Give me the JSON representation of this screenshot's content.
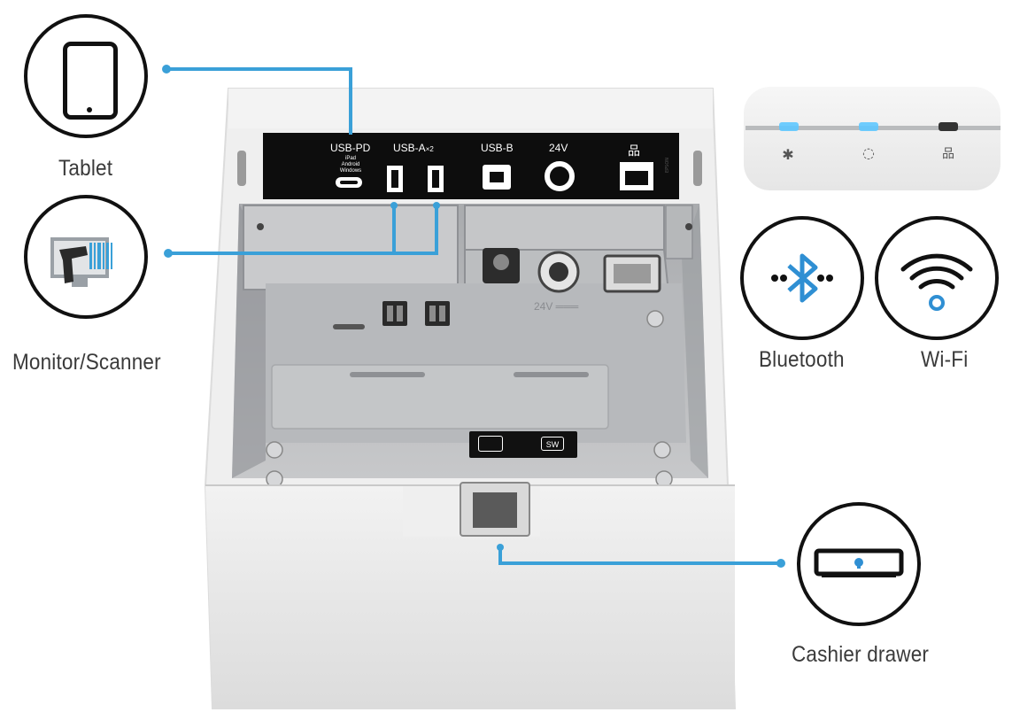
{
  "devices": {
    "tablet": {
      "label": "Tablet",
      "icon": "tablet-icon"
    },
    "monitor_scanner": {
      "label": "Monitor/Scanner",
      "icon": "barcode-scanner-monitor-icon"
    },
    "bluetooth": {
      "label": "Bluetooth",
      "icon": "bluetooth-icon"
    },
    "wifi": {
      "label": "Wi-Fi",
      "icon": "wifi-icon"
    },
    "cashier_drawer": {
      "label": "Cashier drawer",
      "icon": "cash-drawer-icon"
    }
  },
  "port_panel": {
    "usb_pd": {
      "label": "USB-PD",
      "sub": [
        "iPad",
        "Android",
        "Windows"
      ]
    },
    "usb_a": {
      "label": "USB-A",
      "multiplier": "×2"
    },
    "usb_b": {
      "label": "USB-B"
    },
    "power": {
      "label": "24V"
    },
    "lan": {
      "icon": "lan-icon"
    }
  },
  "inner_labels": {
    "power_inlet": "24V ═══",
    "sw_label": "SW"
  },
  "status_lights": [
    "bluetooth-led",
    "wifi-led",
    "lan-led"
  ],
  "colors": {
    "connector_line": "#3aa0d8",
    "accent_blue": "#2f8fd3",
    "panel_black": "#0d0d0d",
    "device_white": "#eeeeee",
    "device_grey": "#cfd0d2"
  }
}
